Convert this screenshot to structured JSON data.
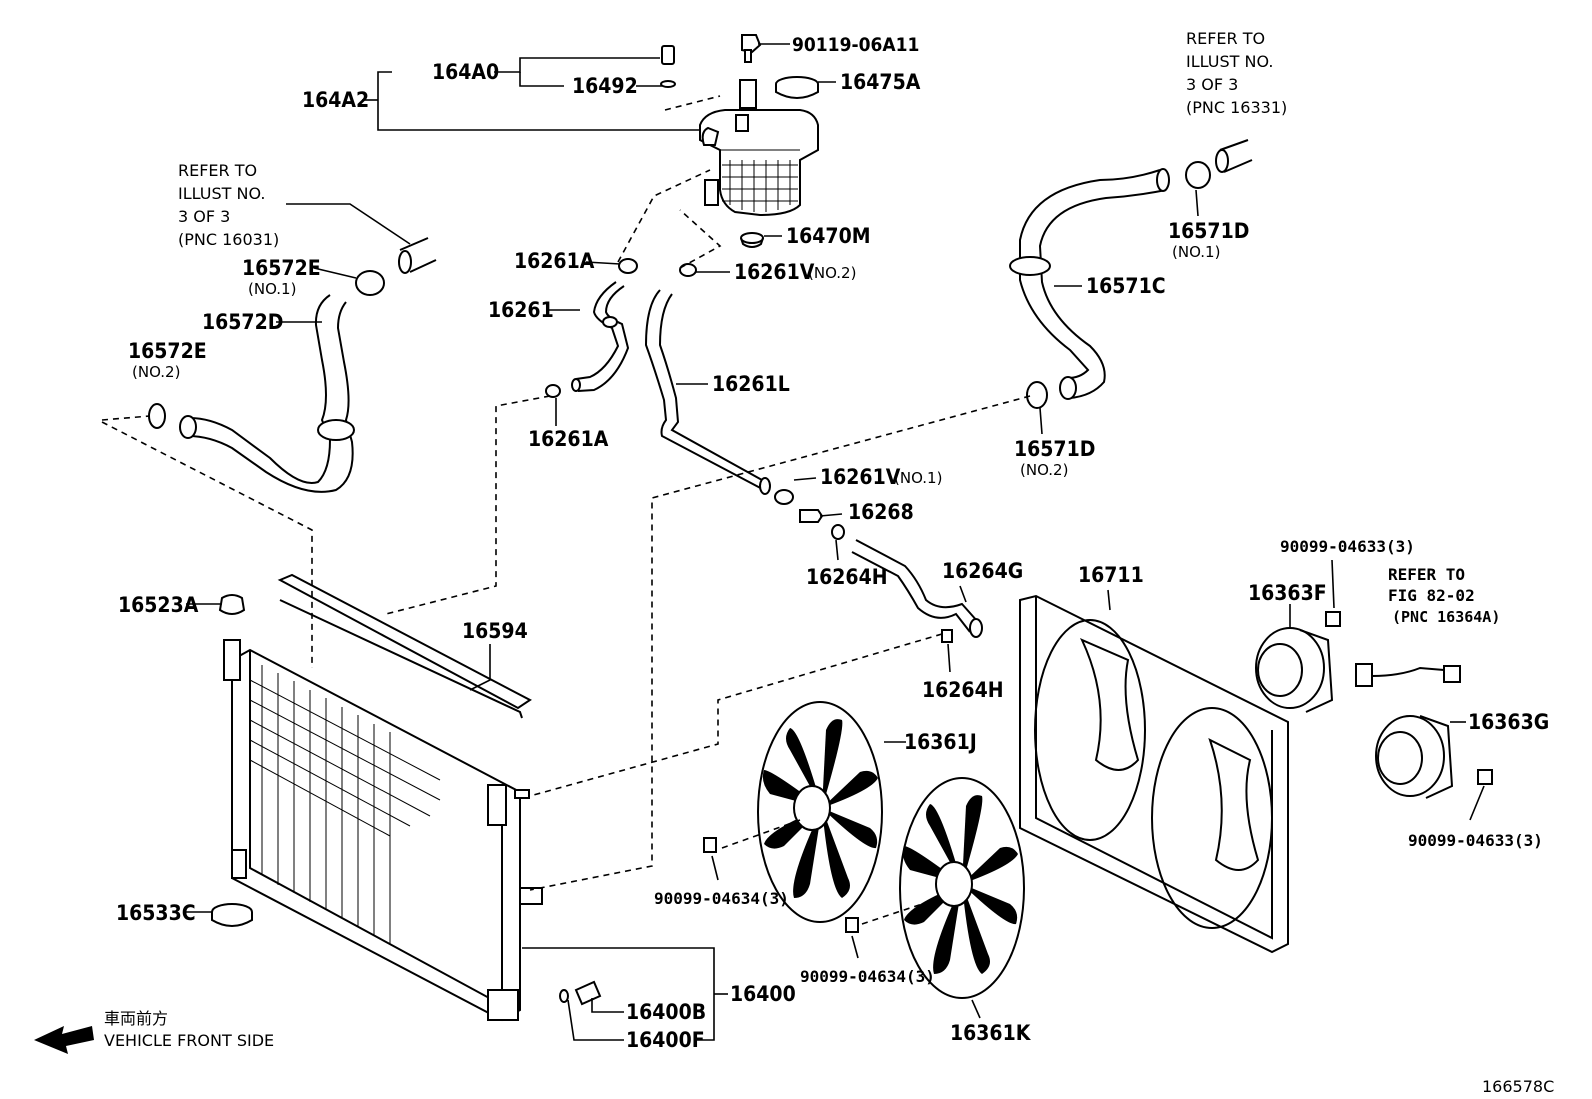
{
  "labels": {
    "l164A0": "164A0",
    "l164A2": "164A2",
    "l16492": "16492",
    "l90119": "90119-06A11",
    "l16475A": "16475A",
    "l16470M": "16470M",
    "l16261A_top": "16261A",
    "l16261V_no2": "16261V",
    "l16261V_no2_sub": "(NO.2)",
    "l16261": "16261",
    "l16261L": "16261L",
    "l16261A_bot": "16261A",
    "l16572E_no1": "16572E",
    "l16572E_no1_sub": "(NO.1)",
    "l16572D": "16572D",
    "l16572E_no2": "16572E",
    "l16572E_no2_sub": "(NO.2)",
    "l16571D_no1": "16571D",
    "l16571D_no1_sub": "(NO.1)",
    "l16571C": "16571C",
    "l16571D_no2": "16571D",
    "l16571D_no2_sub": "(NO.2)",
    "l16261V_no1": "16261V",
    "l16261V_no1_sub": "(NO.1)",
    "l16268": "16268",
    "l16264H_top": "16264H",
    "l16264G": "16264G",
    "l16264H_bot": "16264H",
    "l16711": "16711",
    "l16363F": "16363F",
    "l90099_04633_top": "90099-04633(3)",
    "l16363G": "16363G",
    "l90099_04633_bot": "90099-04633(3)",
    "l16523A": "16523A",
    "l16594": "16594",
    "l16361J": "16361J",
    "l90099_04634_left": "90099-04634(3)",
    "l90099_04634_mid": "90099-04634(3)",
    "l16361K": "16361K",
    "l16533C": "16533C",
    "l16400": "16400",
    "l16400B": "16400B",
    "l16400F": "16400F",
    "diagram_code": "166578C"
  },
  "refs": {
    "top_right": [
      "REFER TO",
      "ILLUST NO.",
      "3 OF 3",
      "(PNC 16331)"
    ],
    "top_left": [
      "REFER TO",
      "ILLUST NO.",
      "3 OF 3",
      "(PNC 16031)"
    ],
    "fig": [
      "REFER TO",
      "FIG 82-02",
      "(PNC 16364A)"
    ]
  },
  "direction": {
    "jp": "車両前方",
    "en": "VEHICLE FRONT SIDE"
  }
}
